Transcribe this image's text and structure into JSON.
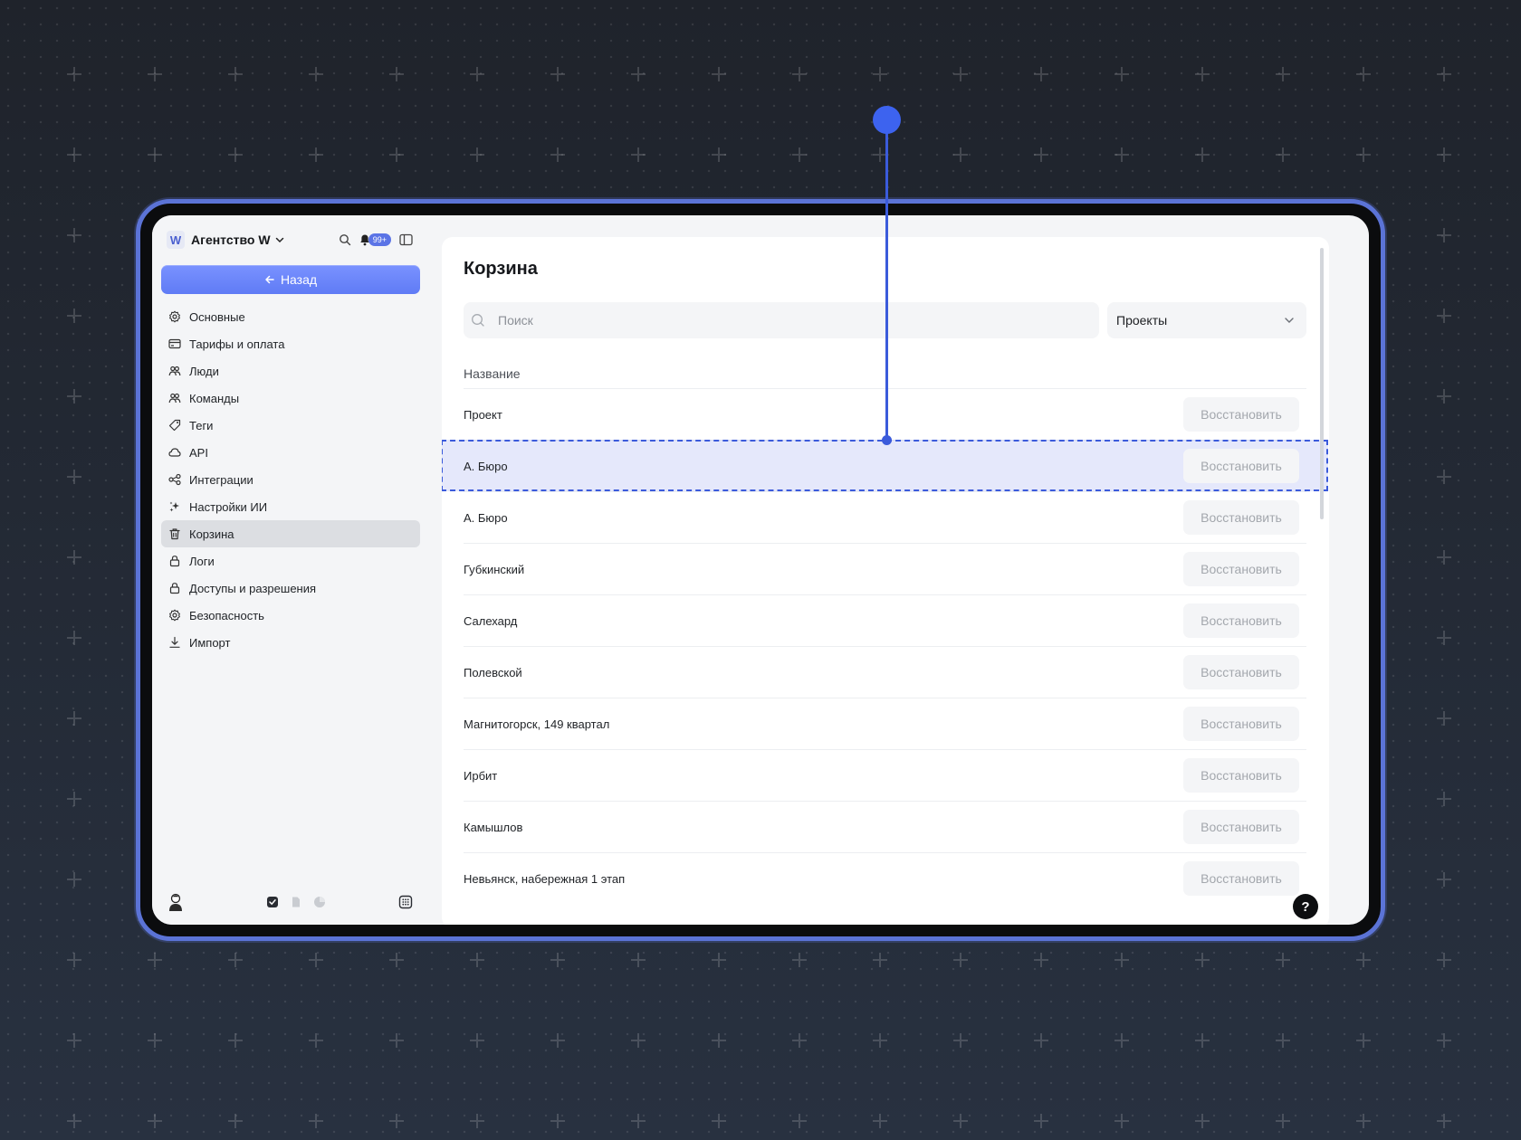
{
  "workspace": {
    "logo": "W",
    "name": "Агентство W",
    "notifications": "99+"
  },
  "sidebar": {
    "back_label": "Назад",
    "items": [
      {
        "label": "Основные",
        "icon": "gear-icon"
      },
      {
        "label": "Тарифы и оплата",
        "icon": "card-icon"
      },
      {
        "label": "Люди",
        "icon": "people-icon"
      },
      {
        "label": "Команды",
        "icon": "team-icon"
      },
      {
        "label": "Теги",
        "icon": "tag-icon"
      },
      {
        "label": "API",
        "icon": "cloud-icon"
      },
      {
        "label": "Интеграции",
        "icon": "integrations-icon"
      },
      {
        "label": "Настройки ИИ",
        "icon": "sparkle-icon"
      },
      {
        "label": "Корзина",
        "icon": "trash-icon",
        "active": true
      },
      {
        "label": "Логи",
        "icon": "lock-icon"
      },
      {
        "label": "Доступы и разрешения",
        "icon": "lock-icon"
      },
      {
        "label": "Безопасность",
        "icon": "gear-icon"
      },
      {
        "label": "Импорт",
        "icon": "download-icon"
      }
    ]
  },
  "main": {
    "title": "Корзина",
    "search": {
      "placeholder": "Поиск",
      "value": ""
    },
    "filter": {
      "selected": "Проекты"
    },
    "column_name": "Название",
    "restore_label": "Восстановить",
    "rows": [
      "Проект",
      "А. Бюро",
      "А. Бюро",
      "Губкинский",
      "Салехард",
      "Полевской",
      "Магнитогорск, 149 квартал",
      "Ирбит",
      "Камышлов",
      "Невьянск, набережная 1 этап"
    ],
    "selected_row_index": 1,
    "help_label": "?"
  },
  "colors": {
    "accent": "#5f7bf5",
    "highlight": "#3b5bdb",
    "frame": "#5b73d6"
  }
}
